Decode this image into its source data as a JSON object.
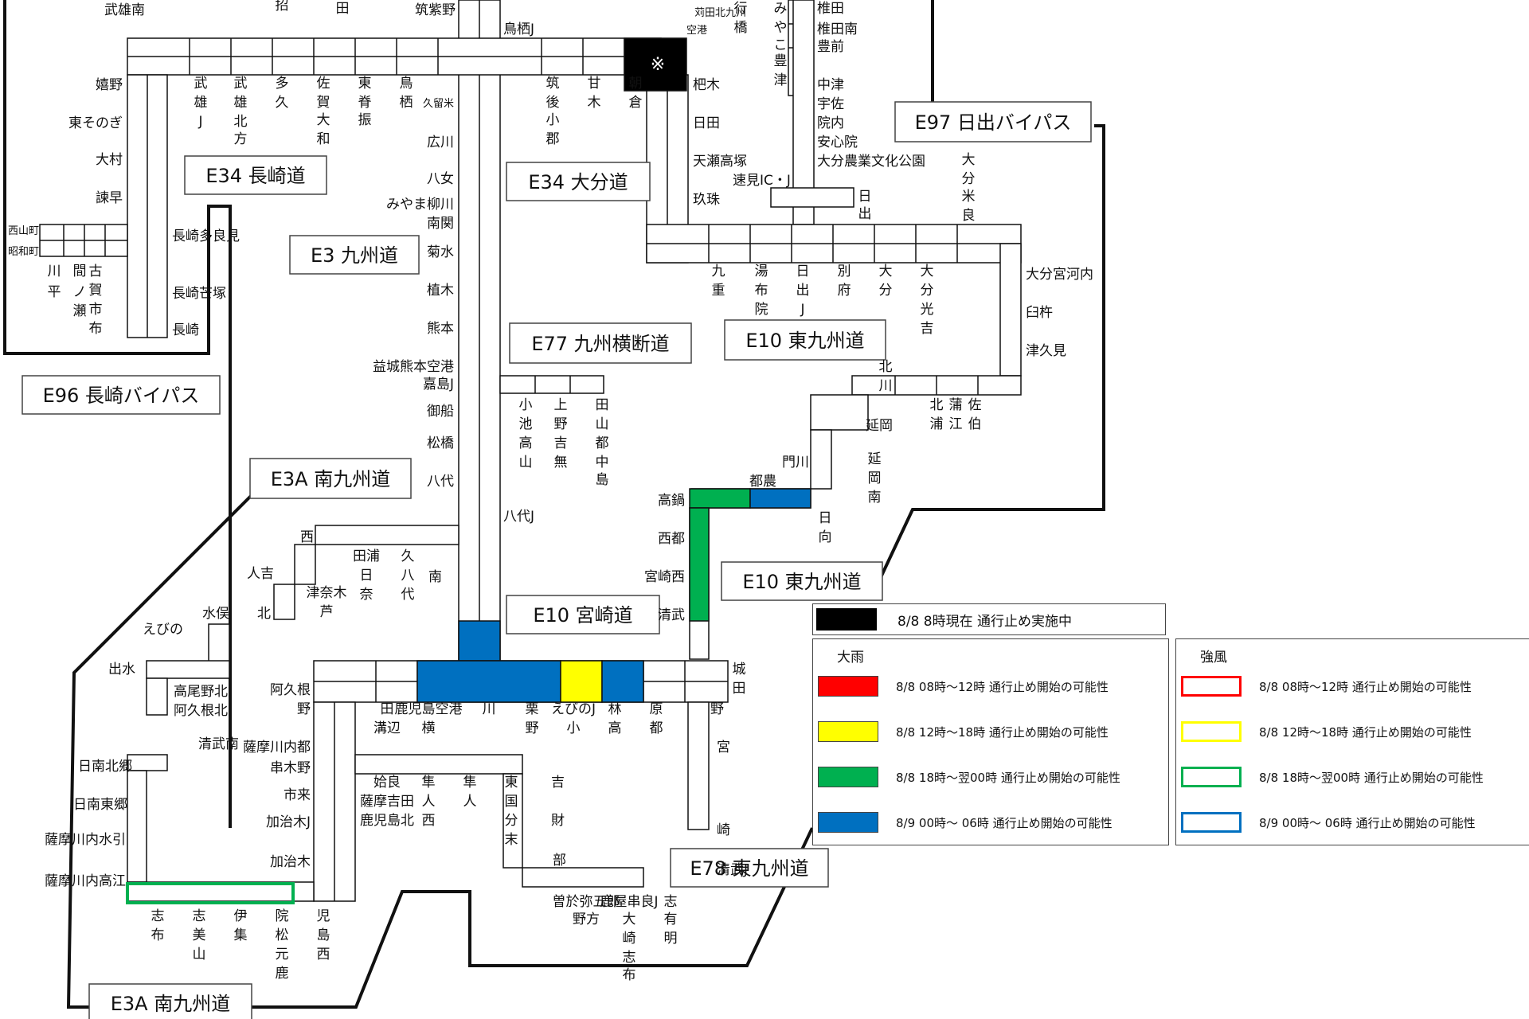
{
  "closure_legend": {
    "swatch": "#000000",
    "text": "8/8  8時現在  通行止め実施中"
  },
  "rain_legend": {
    "title": "大雨",
    "items": [
      {
        "color": "#ff0000",
        "text": "8/8   08時～12時  通行止め開始の可能性"
      },
      {
        "color": "#ffff00",
        "text": "8/8   12時～18時  通行止め開始の可能性"
      },
      {
        "color": "#00b050",
        "text": "8/8   18時～翌00時  通行止め開始の可能性"
      },
      {
        "color": "#0070c0",
        "text": "8/9   00時～ 06時  通行止め開始の可能性"
      }
    ]
  },
  "wind_legend": {
    "title": "強風",
    "items": [
      {
        "color": "#ff0000",
        "text": "8/8   08時～12時  通行止め開始の可能性"
      },
      {
        "color": "#ffff00",
        "text": "8/8   12時～18時  通行止め開始の可能性"
      },
      {
        "color": "#00b050",
        "text": "8/8   18時～翌00時  通行止め開始の可能性"
      },
      {
        "color": "#0070c0",
        "text": "8/9   00時～ 06時  通行止め開始の可能性"
      }
    ]
  },
  "routes": [
    {
      "id": "e34-nagasaki",
      "text": "E34  長崎道"
    },
    {
      "id": "e34-oita",
      "text": "E34  大分道"
    },
    {
      "id": "e3-kyushu",
      "text": "E3  九州道"
    },
    {
      "id": "e97-hiji",
      "text": "E97  日出バイパス"
    },
    {
      "id": "e10-higashikyushu-n",
      "text": "E10  東九州道"
    },
    {
      "id": "e77-kyushuoudan",
      "text": "E77  九州横断道"
    },
    {
      "id": "e96-nagasaki-bp",
      "text": "E96  長崎バイパス"
    },
    {
      "id": "e3a-minamikyushu-n",
      "text": "E3A  南九州道"
    },
    {
      "id": "e10-higashikyushu-s",
      "text": "E10  東九州道"
    },
    {
      "id": "e10-miyazaki",
      "text": "E10  宮崎道"
    },
    {
      "id": "e78-higashikyushu",
      "text": "E78  東九州道"
    },
    {
      "id": "e3a-minamikyushu-s",
      "text": "E3A  南九州道"
    }
  ],
  "closure_mark": "※",
  "labels": [
    "武雄南",
    "招",
    "田",
    "筑紫野",
    "鳥栖J",
    "苅田北九州",
    "空港",
    "行",
    "橋",
    "み",
    "や",
    "こ",
    "豊",
    "津",
    "椎田",
    "椎田南",
    "豊前",
    "中津",
    "宇佐",
    "院内",
    "安心院",
    "大分農業文化公園",
    "嬉野",
    "東そのぎ",
    "大村",
    "諫早",
    "西山町",
    "昭和町",
    "武",
    "雄",
    "J",
    "武",
    "雄",
    "北",
    "方",
    "多",
    "久",
    "佐",
    "賀",
    "大",
    "和",
    "東",
    "脊",
    "振",
    "鳥",
    "栖",
    "久留米",
    "広川",
    "八女",
    "みやま柳川",
    "南関",
    "菊水",
    "植木",
    "熊本",
    "益城熊本空港",
    "嘉島J",
    "御船",
    "松橋",
    "八代",
    "八代J",
    "筑",
    "後",
    "小",
    "郡",
    "甘",
    "木",
    "朝",
    "倉",
    "杷木",
    "日田",
    "天瀬高塚",
    "速見IC・J",
    "玖珠",
    "日",
    "出",
    "大",
    "分",
    "米",
    "良",
    "長崎多良見",
    "長崎芒塚",
    "長崎",
    "川",
    "平",
    "間",
    "ノ",
    "瀬",
    "古",
    "賀",
    "市",
    "布",
    "九",
    "重",
    "湯",
    "布",
    "院",
    "日",
    "出",
    "J",
    "別",
    "府",
    "大",
    "分",
    "大",
    "分",
    "光",
    "吉",
    "大分宮河内",
    "臼杵",
    "津久見",
    "北",
    "川",
    "北",
    "浦",
    "蒲",
    "江",
    "佐",
    "伯",
    "延岡",
    "延",
    "岡",
    "南",
    "門川",
    "日",
    "向",
    "都農",
    "高鍋",
    "西都",
    "宮崎西",
    "清武",
    "小",
    "池",
    "高",
    "山",
    "上",
    "野",
    "吉",
    "無",
    "田",
    "山",
    "都",
    "中",
    "島",
    "西",
    "田浦",
    "日",
    "奈",
    "久",
    "八",
    "代",
    "南",
    "人吉",
    "津奈木",
    "芦",
    "北",
    "水俣",
    "えびの",
    "出水",
    "高尾野北",
    "阿久根北",
    "阿久根",
    "野",
    "田",
    "溝辺",
    "鹿児島空港",
    "横",
    "川",
    "栗",
    "野",
    "えびのJ",
    "小",
    "林",
    "高",
    "原",
    "都",
    "城",
    "田",
    "野",
    "宮",
    "崎",
    "清武J",
    "清武南",
    "日南北郷",
    "日南東郷",
    "薩摩川内水引",
    "薩摩川内高江",
    "薩摩川内都",
    "串木野",
    "市来",
    "加治木J",
    "加治木",
    "姶良",
    "薩摩吉田",
    "鹿児島北",
    "隼",
    "人",
    "西",
    "隼",
    "人",
    "東",
    "国",
    "分",
    "末",
    "吉",
    "財",
    "部",
    "曽於弥五郎",
    "野方",
    "鹿屋串良J",
    "大",
    "崎",
    "志",
    "布",
    "志",
    "有",
    "明",
    "志",
    "布",
    "志",
    "美",
    "山",
    "伊",
    "集",
    "院",
    "松",
    "元",
    "鹿",
    "児",
    "島",
    "西",
    "鹿",
    "児",
    "島"
  ]
}
